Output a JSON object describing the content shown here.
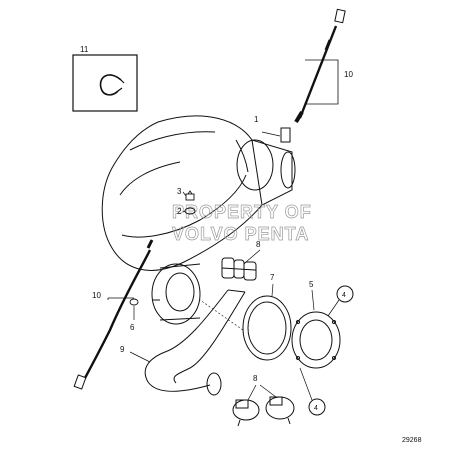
{
  "watermark": {
    "line1": "PROPERTY OF",
    "line2": "VOLVO PENTA"
  },
  "figure_number": "29268",
  "callouts": {
    "c1": "1",
    "c2": "2",
    "c3": "3",
    "c4a": "4",
    "c4b": "4",
    "c5": "5",
    "c6": "6",
    "c7": "7",
    "c8a": "8",
    "c8b": "8",
    "c9": "9",
    "c10a": "10",
    "c10b": "10",
    "c11": "11"
  }
}
